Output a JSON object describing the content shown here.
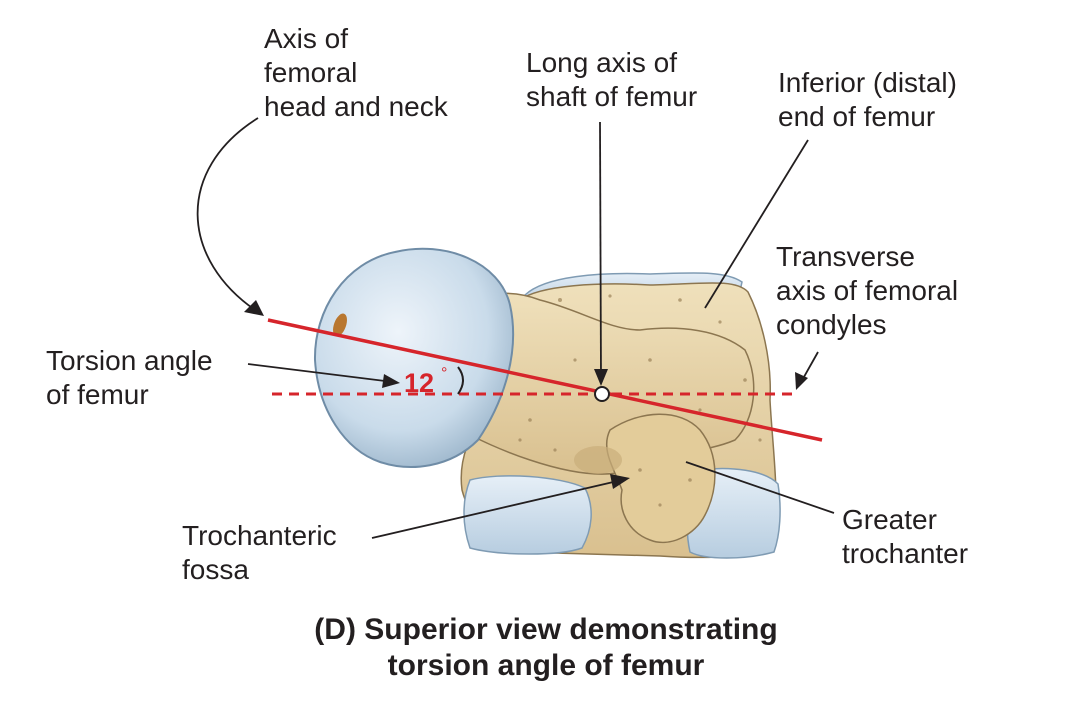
{
  "labels": {
    "head_neck_axis": [
      "Axis of",
      "femoral",
      "head and neck"
    ],
    "long_axis": [
      "Long axis of",
      "shaft of femur"
    ],
    "inferior_end": [
      "Inferior (distal)",
      "end of femur"
    ],
    "transverse_axis": [
      "Transverse",
      "axis of femoral",
      "condyles"
    ],
    "torsion_angle": [
      "Torsion angle",
      "of femur"
    ],
    "trochanteric_fossa": [
      "Trochanteric",
      "fossa"
    ],
    "greater_trochanter": [
      "Greater",
      "trochanter"
    ]
  },
  "angle": {
    "value": "12",
    "unit": "°"
  },
  "caption": [
    "(D) Superior view demonstrating",
    "torsion angle of femur"
  ],
  "colors": {
    "bone": "#e8d4a8",
    "bone_shadow": "#c9ae7a",
    "cartilage": "#cfe0ee",
    "cartilage_edge": "#7f9bb3",
    "axis_red": "#d6252b",
    "leader": "#231f20"
  }
}
